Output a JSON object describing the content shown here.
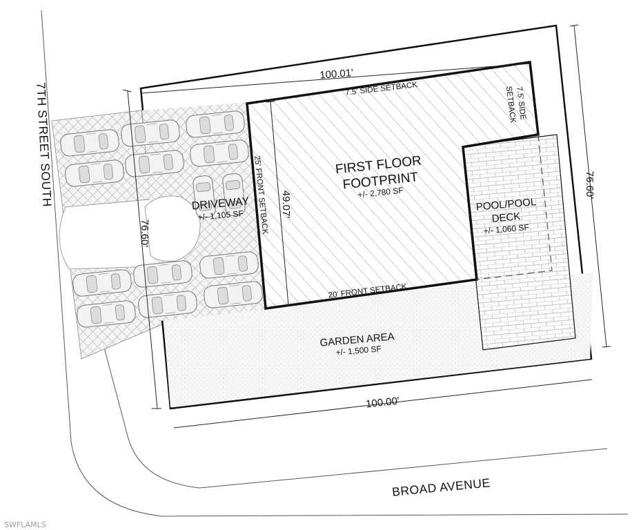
{
  "streets": {
    "west": "7TH STREET SOUTH",
    "south": "BROAD AVENUE"
  },
  "dimensions": {
    "top": "100.01'",
    "bottom": "100.00'",
    "left": "76.60'",
    "right": "76.60'",
    "footprint_depth": "49.07'"
  },
  "setbacks": {
    "side_top": "7.5' SIDE SETBACK",
    "side_right_line1": "7.5' SIDE",
    "side_right_line2": "SETBACK",
    "front_left": "25' FRONT SETBACK",
    "front_bottom": "20' FRONT SETBACK"
  },
  "areas": {
    "footprint": {
      "line1": "FIRST FLOOR",
      "line2": "FOOTPRINT",
      "size": "+/- 2,780 SF"
    },
    "driveway": {
      "title": "DRIVEWAY",
      "size": "+/- 1,105 SF"
    },
    "pool": {
      "line1": "POOL/POOL",
      "line2": "DECK",
      "size": "+/- 1,060 SF"
    },
    "garden": {
      "title": "GARDEN AREA",
      "size": "+/- 1,500 SF"
    }
  },
  "watermark": "SWFLAMLS",
  "colors": {
    "line": "#111111",
    "hatch": "#9a9a9a",
    "paver": "#cfcfcf",
    "background": "#ffffff"
  }
}
